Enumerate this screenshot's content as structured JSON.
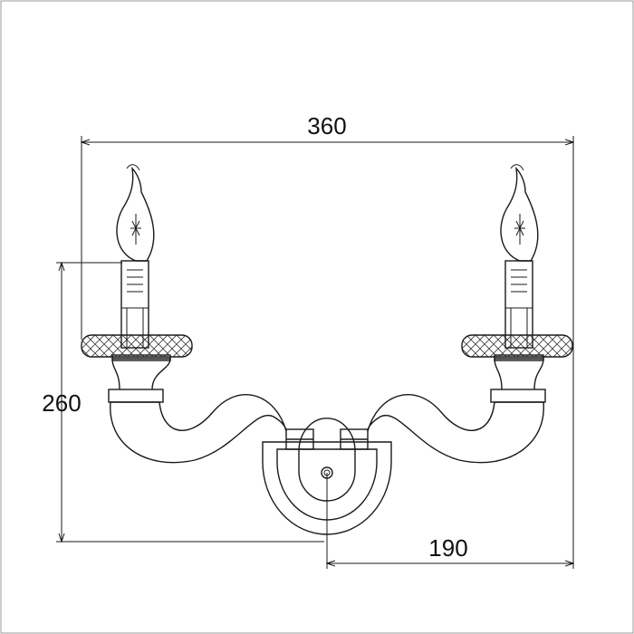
{
  "dimensions": {
    "width_label": "360",
    "height_label": "260",
    "depth_label": "190"
  },
  "colors": {
    "stroke": "#1a1a1a",
    "background": "#ffffff"
  }
}
